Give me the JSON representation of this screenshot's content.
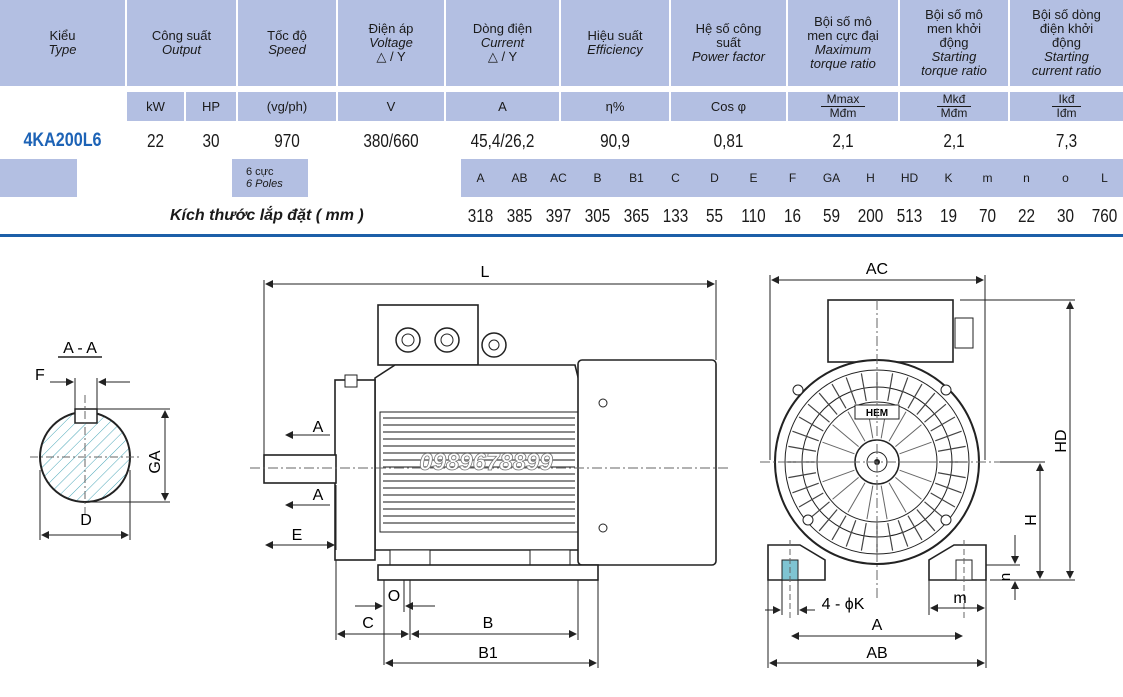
{
  "header": {
    "type": [
      "Kiểu",
      "Type"
    ],
    "output": [
      "Công suất",
      "Output"
    ],
    "speed": [
      "Tốc độ",
      "Speed"
    ],
    "voltage": [
      "Điện áp",
      "Voltage",
      "△ / Y"
    ],
    "current": [
      "Dòng điện",
      "Current",
      "△ / Y"
    ],
    "efficiency": [
      "Hiệu suất",
      "Efficiency"
    ],
    "power_factor": [
      "Hệ số công",
      "suất",
      "Power factor"
    ],
    "max_torque": [
      "Bội số mô",
      "men cực đại",
      "Maximum",
      "torque ratio"
    ],
    "start_torque": [
      "Bội số mô",
      "men khởi",
      "động",
      "Starting",
      "torque ratio"
    ],
    "start_current": [
      "Bội số dòng",
      "điện khởi",
      "động",
      "Starting",
      "current ratio"
    ]
  },
  "units": {
    "kw": "kW",
    "hp": "HP",
    "speed": "(vg/ph)",
    "voltage": "V",
    "current": "A",
    "efficiency": "η%",
    "pf": "Cos φ",
    "mmax": [
      "Mmax",
      "Mđm"
    ],
    "mkd": [
      "Mkđ",
      "Mđm"
    ],
    "ikd": [
      "Ikđ",
      "Iđm"
    ]
  },
  "model": "4KA200L6",
  "values": {
    "kw": "22",
    "hp": "30",
    "speed": "970",
    "voltage": "380/660",
    "current": "45,4/26,2",
    "efficiency": "90,9",
    "pf": "0,81",
    "mmax": "2,1",
    "mkd": "2,1",
    "ikd": "7,3"
  },
  "poles": [
    "6 cực",
    "6 Poles"
  ],
  "mount_label": "Kích thước lắp đặt ( mm )",
  "dimensions": {
    "labels": [
      "A",
      "AB",
      "AC",
      "B",
      "B1",
      "C",
      "D",
      "E",
      "F",
      "GA",
      "H",
      "HD",
      "K",
      "m",
      "n",
      "o",
      "L"
    ],
    "values": [
      "318",
      "385",
      "397",
      "305",
      "365",
      "133",
      "55",
      "110",
      "16",
      "59",
      "200",
      "513",
      "19",
      "70",
      "22",
      "30",
      "760"
    ]
  },
  "drawing": {
    "section_title": "A - A",
    "labels": {
      "F": "F",
      "GA": "GA",
      "D": "D",
      "L": "L",
      "A_top": "A",
      "A_bottom": "A",
      "E": "E",
      "O": "O",
      "C": "C",
      "B": "B",
      "B1": "B1",
      "AC": "AC",
      "HD": "HD",
      "H": "H",
      "n": "n",
      "m": "m",
      "K": "4 - ϕK",
      "A_front": "A",
      "AB": "AB"
    },
    "watermark": "0989678899",
    "badge": "HEM"
  }
}
